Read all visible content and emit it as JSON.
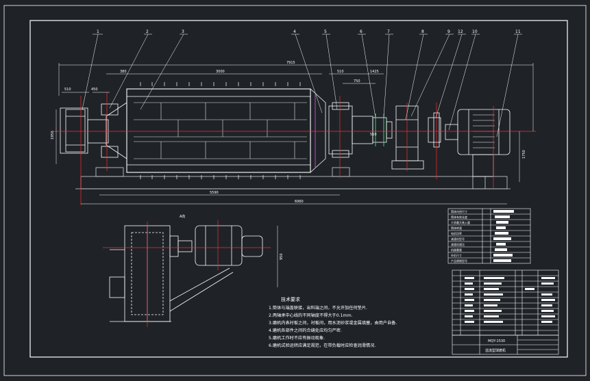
{
  "drawing": {
    "callouts": [
      "1",
      "2",
      "3",
      "4",
      "5",
      "6",
      "7",
      "8",
      "9",
      "12",
      "10",
      "11"
    ],
    "dimensions": {
      "overall": "7915",
      "shell_len": "3000",
      "left_end": "380",
      "right_end": "510",
      "left_offset": "510",
      "left_small": "450",
      "gear_span": "1425",
      "dim_750": "750",
      "dim_510b": "510",
      "bottom_mid": "5590",
      "bottom_total": "6960",
      "left_vert": "1950",
      "right_vert": "1750",
      "plan_vert": "950"
    },
    "plan_view_label": "A向",
    "technical_requirements": {
      "title": "技术要求",
      "items": [
        "1.筒体与端盖联接，出料端之间，不允许加任何垫片.",
        "2.两轴承中心线的不同轴度不得大于0.1mm.",
        "3.磨机内表衬板之间，衬板间，用水泥砂浆或金属填塞，由用户自备.",
        "4.磨机各部件之间的合缝处应均匀严密.",
        "5.磨机工作时不应有振动现象.",
        "6.磨机试验运转应满足规范，在带负载时应检查润滑情况."
      ]
    },
    "spec_table": [
      "筒体内径尺寸",
      "筒体有效长度",
      "介质最大装入量",
      "筒体转速",
      "电机功率",
      "减速机型号",
      "减速机速比",
      "机器重量",
      "外形尺寸",
      "产品规格型号"
    ],
    "title_block": {
      "model": "MQY-1530",
      "name": "溢流型球磨机"
    }
  }
}
